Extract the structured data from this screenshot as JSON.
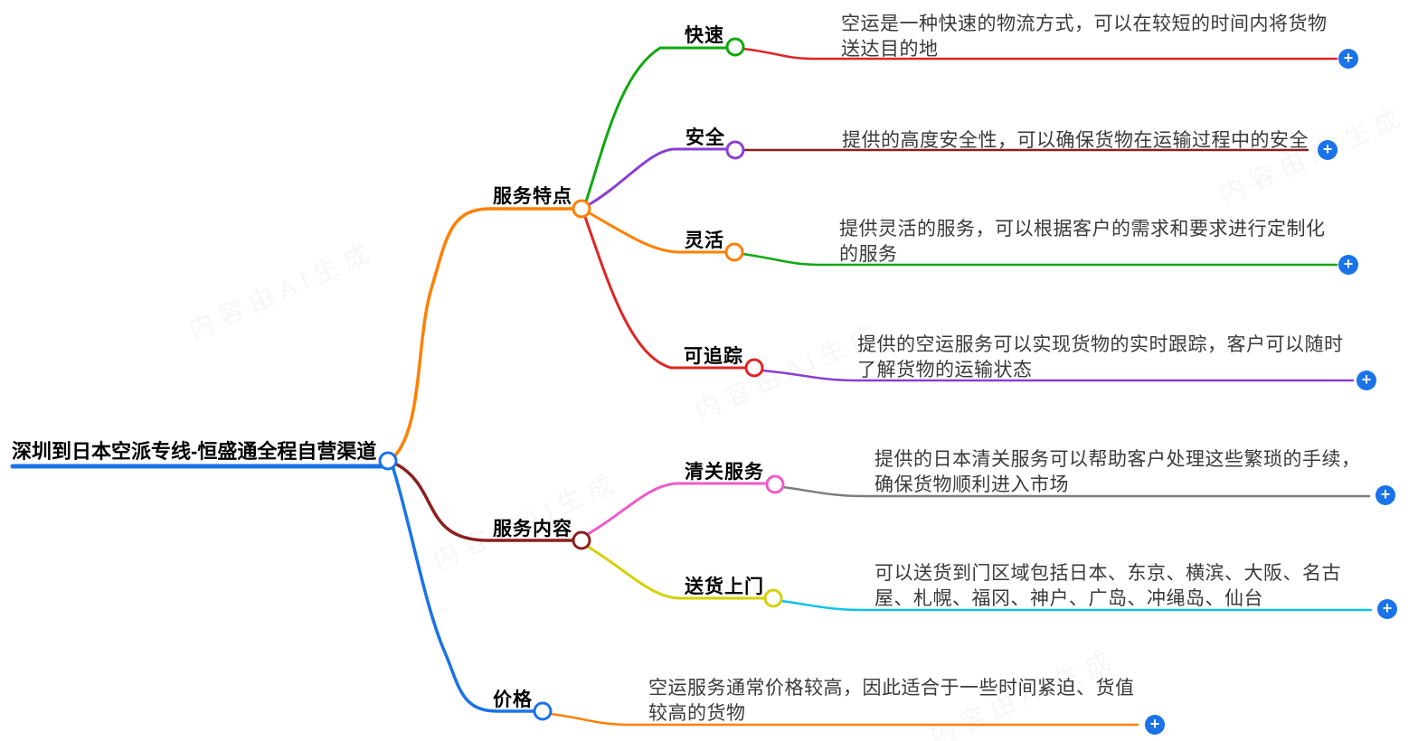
{
  "root": {
    "label": "深圳到日本空派专线-恒盛通全程自营渠道"
  },
  "branches": [
    {
      "label": "服务特点",
      "children": [
        {
          "label": "快速",
          "detail": "空运是一种快速的物流方式，可以在较短的时间内将货物送达目的地"
        },
        {
          "label": "安全",
          "detail": "提供的高度安全性，可以确保货物在运输过程中的安全"
        },
        {
          "label": "灵活",
          "detail": "提供灵活的服务，可以根据客户的需求和要求进行定制化的服务"
        },
        {
          "label": "可追踪",
          "detail": "提供的空运服务可以实现货物的实时跟踪，客户可以随时了解货物的运输状态"
        }
      ]
    },
    {
      "label": "服务内容",
      "children": [
        {
          "label": "清关服务",
          "detail": "提供的日本清关服务可以帮助客户处理这些繁琐的手续，确保货物顺利进入市场"
        },
        {
          "label": "送货上门",
          "detail": "可以送货到门区域包括日本、东京、横滨、大阪、名古屋、札幌、福冈、神户、广岛、冲绳岛、仙台"
        }
      ]
    },
    {
      "label": "价格",
      "detail": "空运服务通常价格较高，因此适合于一些时间紧迫、货值较高的货物"
    }
  ],
  "icons": {
    "plus": "+"
  },
  "watermark": "内容由AI生成",
  "colors": {
    "root_blue": "#1a73e8",
    "orange": "#ff7f00",
    "maroon": "#8b1f1f",
    "green": "#0fa80f",
    "purple": "#8a3fd1",
    "red": "#e02424",
    "pink": "#f05ac8",
    "yellow": "#d4d000",
    "cyan": "#0cc2e8",
    "gray": "#7d7d7d",
    "plus_button": "#1a73e8",
    "detail_text": "#3a3a3a"
  }
}
